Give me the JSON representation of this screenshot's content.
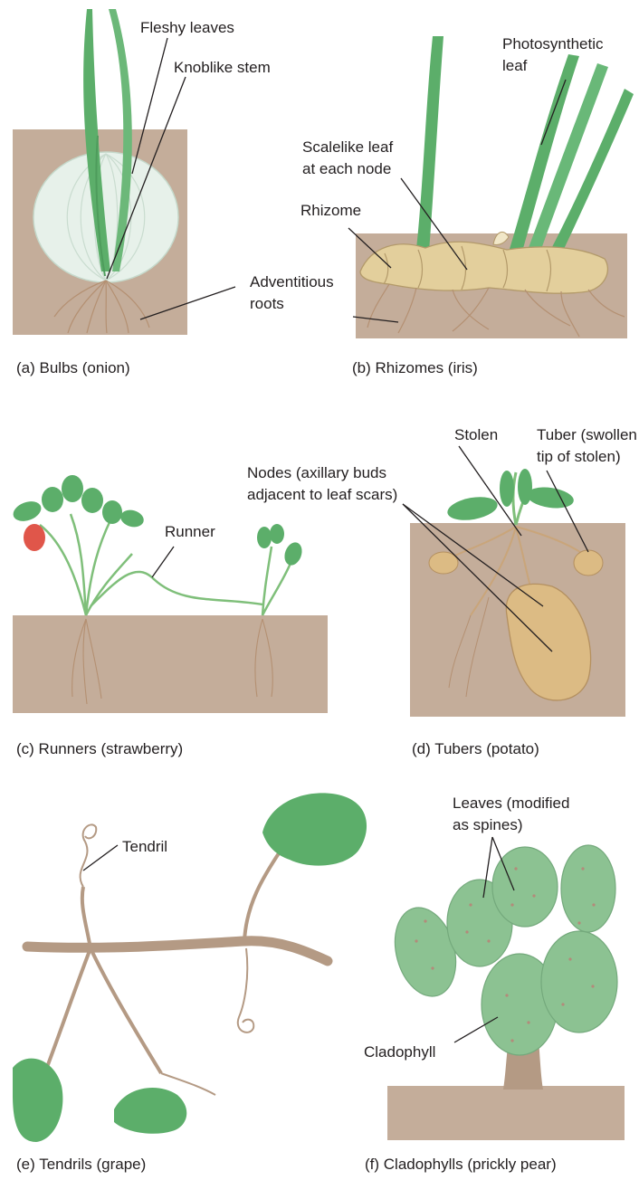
{
  "panels": [
    {
      "caption": "(a) Bulbs (onion)",
      "labels": {
        "fleshy_leaves": "Fleshy leaves",
        "knoblike_stem": "Knoblike stem",
        "adventitious_roots": [
          "Adventitious",
          "roots"
        ]
      }
    },
    {
      "caption": "(b) Rhizomes (iris)",
      "labels": {
        "photosynthetic_leaf": [
          "Photosynthetic",
          "leaf"
        ],
        "scalelike_leaf": [
          "Scalelike leaf",
          "at each node"
        ],
        "rhizome": "Rhizome"
      }
    },
    {
      "caption": "(c) Runners (strawberry)",
      "labels": {
        "runner": "Runner"
      }
    },
    {
      "caption": "(d) Tubers (potato)",
      "labels": {
        "stolen": "Stolen",
        "tuber": [
          "Tuber (swollen",
          "tip of stolen)"
        ],
        "nodes": [
          "Nodes (axillary buds",
          "adjacent to leaf scars)"
        ]
      }
    },
    {
      "caption": "(e) Tendrils (grape)",
      "labels": {
        "tendril": "Tendril"
      }
    },
    {
      "caption": "(f) Cladophylls (prickly pear)",
      "labels": {
        "leaves_spines": [
          "Leaves (modified",
          "as spines)"
        ],
        "cladophyll": "Cladophyll"
      }
    }
  ],
  "colors": {
    "soil": "#c4ad9a",
    "leaf_green": "#5cae6a",
    "stem_green": "#7fbf7a",
    "onion_bulb": "#e7f1ea",
    "rhizome_tan": "#e3cf9c",
    "potato": "#dcbb84",
    "vine_brown": "#b49a84",
    "cactus_pad": "#8cc292",
    "strawberry_red": "#e0564a"
  }
}
